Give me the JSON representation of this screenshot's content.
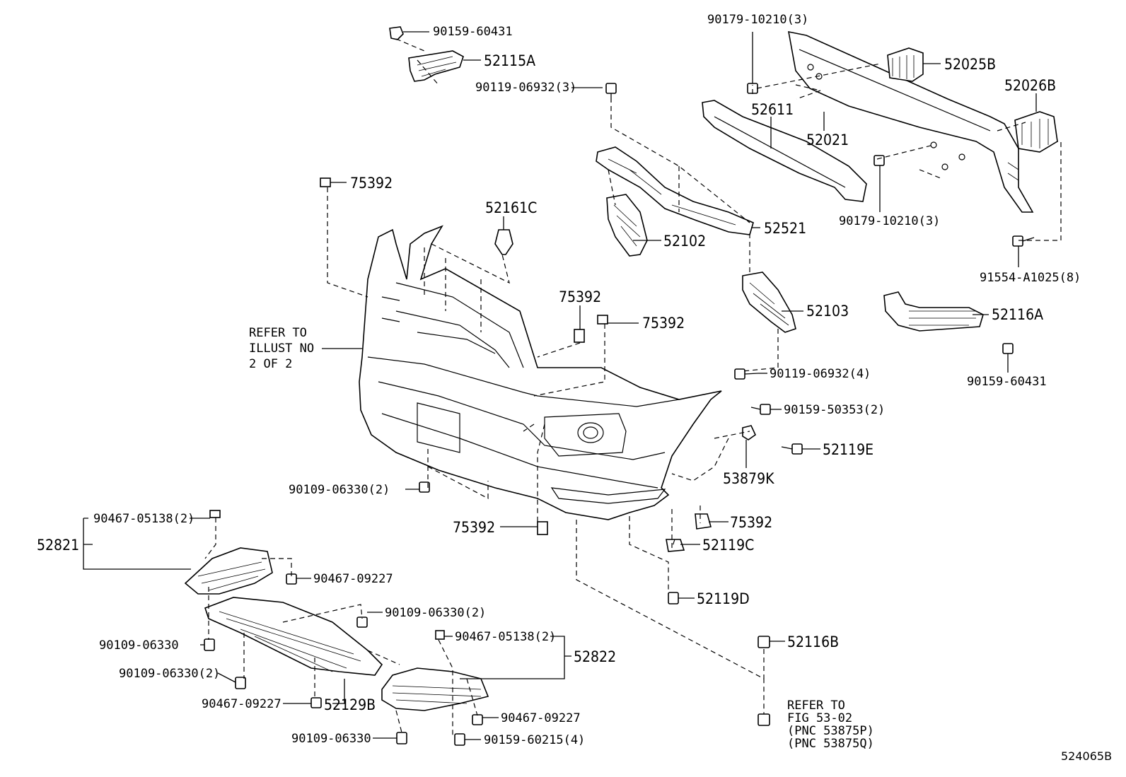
{
  "diagram": {
    "figure_code": "524065B",
    "callouts": {
      "c_90159_60431_top": "90159-60431",
      "c_52115A": "52115A",
      "c_90179_10210_top": "90179-10210(3)",
      "c_52025B": "52025B",
      "c_90119_06932_3": "90119-06932(3)",
      "c_52026B": "52026B",
      "c_52611": "52611",
      "c_52021": "52021",
      "c_75392_a": "75392",
      "c_52161C": "52161C",
      "c_90179_10210_bot": "90179-10210(3)",
      "c_52521": "52521",
      "c_52102": "52102",
      "c_91554": "91554-A1025(8)",
      "c_75392_b": "75392",
      "c_75392_c": "75392",
      "c_52103": "52103",
      "c_52116A": "52116A",
      "c_refer1_l1": "REFER TO",
      "c_refer1_l2": "ILLUST NO",
      "c_refer1_l3": "2 OF 2",
      "c_90119_06932_4": "90119-06932(4)",
      "c_90159_60431_right": "90159-60431",
      "c_90159_50353": "90159-50353(2)",
      "c_52119E": "52119E",
      "c_53879K": "53879K",
      "c_90109_06330_2_a": "90109-06330(2)",
      "c_90467_05138_a": "90467-05138(2)",
      "c_52821": "52821",
      "c_75392_d": "75392",
      "c_75392_e": "75392",
      "c_52119C": "52119C",
      "c_90467_09227_a": "90467-09227",
      "c_52119D": "52119D",
      "c_90109_06330_2_b": "90109-06330(2)",
      "c_90109_06330_a": "90109-06330",
      "c_90467_05138_b": "90467-05138(2)",
      "c_52116B": "52116B",
      "c_52822": "52822",
      "c_90109_06330_2_c": "90109-06330(2)",
      "c_90467_09227_b": "90467-09227",
      "c_52129B": "52129B",
      "c_90467_09227_c": "90467-09227",
      "c_90109_06330_b": "90109-06330",
      "c_90159_60215": "90159-60215(4)",
      "c_refer2_l1": "REFER TO",
      "c_refer2_l2": "FIG 53-02",
      "c_refer2_l3": "(PNC 53875P)",
      "c_refer2_l4": "(PNC 53875Q)"
    }
  }
}
